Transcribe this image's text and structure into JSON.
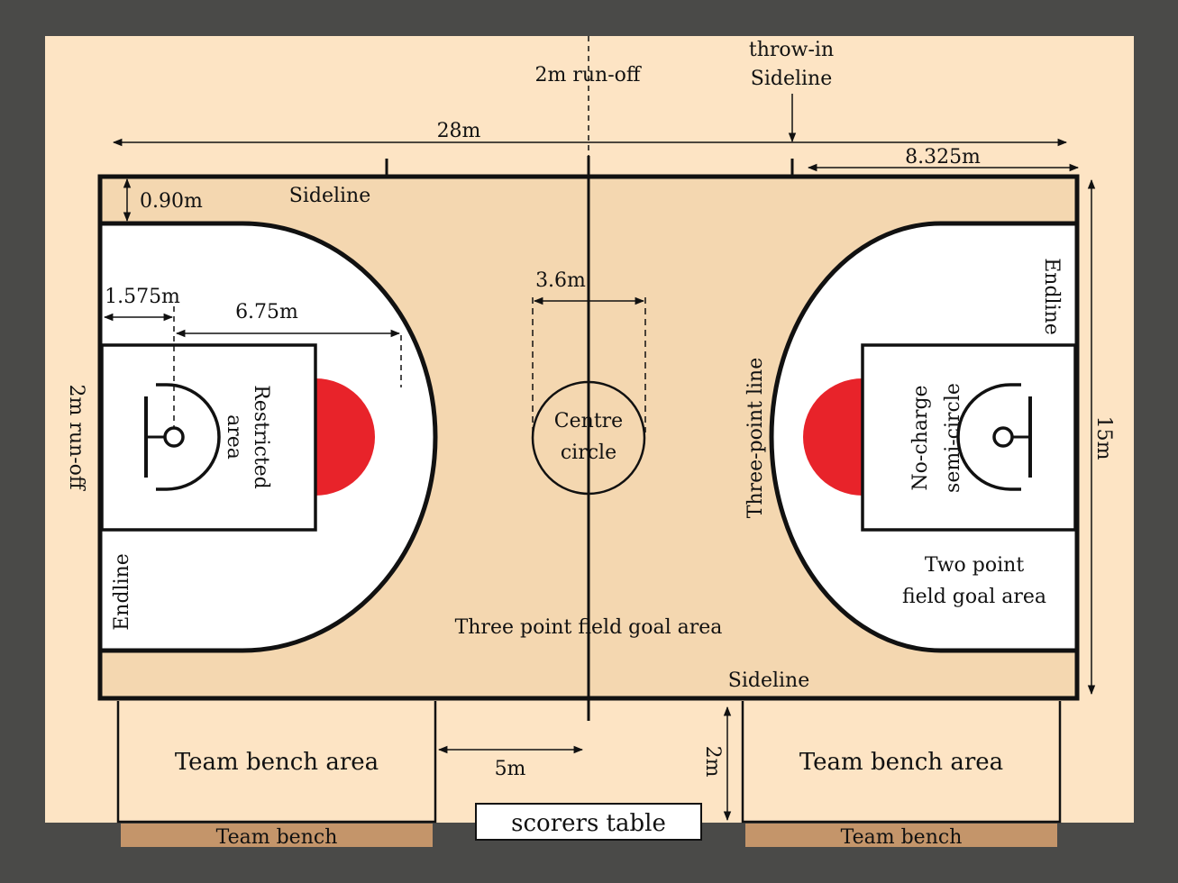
{
  "colors": {
    "frame": "#4a4a48",
    "wood": "#f4d7b0",
    "runoff": "#fde4c4",
    "paint": "#ffffff",
    "line": "#111111",
    "no_charge": "#e8232a",
    "bench": "#c4956a",
    "scorers": "#ffffff"
  },
  "labels": {
    "runoff_top": "2m run-off",
    "throw_in_line1": "throw-in",
    "throw_in_line2": "Sideline",
    "length": "28m",
    "three_pt_offset": "8.325m",
    "sideline_top": "Sideline",
    "corner_distance": "0.90m",
    "center_circle_width": "3.6m",
    "centre_circle_line1": "Centre",
    "centre_circle_line2": "circle",
    "basket_distance": "1.575m",
    "three_pt_radius": "6.75m",
    "runoff_left": "2m run-off",
    "restricted_line1": "Restricted",
    "restricted_line2": "area",
    "endline_left": "Endline",
    "endline_right": "Endline",
    "three_point_line": "Three-point line",
    "no_charge_line1": "No-charge",
    "no_charge_line2": "semi-circle",
    "width": "15m",
    "two_point_line1": "Two point",
    "two_point_line2": "field goal area",
    "three_point_area": "Three point field goal area",
    "sideline_bottom": "Sideline",
    "bench_area_left": "Team bench area",
    "bench_area_right": "Team bench area",
    "bench_gap": "5m",
    "bench_depth": "2m",
    "scorers_table": "scorers table",
    "bench_left": "Team bench",
    "bench_right": "Team bench"
  }
}
